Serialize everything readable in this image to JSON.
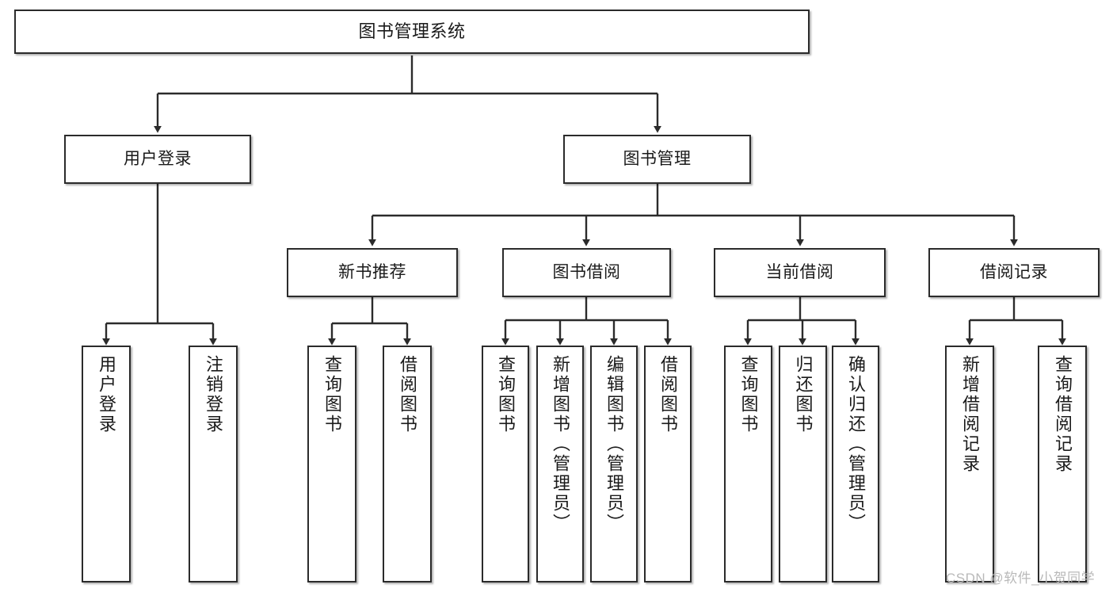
{
  "diagram": {
    "title": "图书管理系统",
    "type": "tree-hierarchy-chart",
    "watermark": "CSDN @软件_小贺同学",
    "colors": {
      "node_border": "#2b2b2b",
      "node_fill": "#ffffff",
      "edge": "#2b2b2b",
      "text": "#1a1a1a",
      "watermark": "#b9b9b9",
      "background": "#ffffff"
    },
    "levels": {
      "level1": "图书管理系统",
      "level2": [
        "用户登录",
        "图书管理"
      ],
      "level3": [
        "新书推荐",
        "图书借阅",
        "当前借阅",
        "借阅记录"
      ]
    },
    "nodes": {
      "root": {
        "label": "图书管理系统"
      },
      "user_login": {
        "label": "用户登录"
      },
      "book_manage": {
        "label": "图书管理"
      },
      "new_book_rec": {
        "label": "新书推荐"
      },
      "book_borrow": {
        "label": "图书借阅"
      },
      "current_borrow": {
        "label": "当前借阅"
      },
      "borrow_record": {
        "label": "借阅记录"
      },
      "leaf_user_login": {
        "label": "用户登录"
      },
      "leaf_logout": {
        "label": "注销登录"
      },
      "leaf_query_book_a": {
        "label": "查询图书"
      },
      "leaf_borrow_book_a": {
        "label": "借阅图书"
      },
      "leaf_query_book_b": {
        "label": "查询图书"
      },
      "leaf_add_book": {
        "label": "新增图书（管理员）"
      },
      "leaf_edit_book": {
        "label": "编辑图书（管理员）"
      },
      "leaf_borrow_book_b": {
        "label": "借阅图书"
      },
      "leaf_query_book_c": {
        "label": "查询图书"
      },
      "leaf_return_book": {
        "label": "归还图书"
      },
      "leaf_confirm_return": {
        "label": "确认归还（管理员）"
      },
      "leaf_add_record": {
        "label": "新增借阅记录"
      },
      "leaf_query_record": {
        "label": "查询借阅记录"
      }
    },
    "edges": [
      {
        "from": "图书管理系统",
        "to": "用户登录"
      },
      {
        "from": "图书管理系统",
        "to": "图书管理"
      },
      {
        "from": "图书管理",
        "to": "新书推荐"
      },
      {
        "from": "图书管理",
        "to": "图书借阅"
      },
      {
        "from": "图书管理",
        "to": "当前借阅"
      },
      {
        "from": "图书管理",
        "to": "借阅记录"
      },
      {
        "from": "用户登录",
        "to": "用户登录"
      },
      {
        "from": "用户登录",
        "to": "注销登录"
      },
      {
        "from": "新书推荐",
        "to": "查询图书"
      },
      {
        "from": "新书推荐",
        "to": "借阅图书"
      },
      {
        "from": "图书借阅",
        "to": "查询图书"
      },
      {
        "from": "图书借阅",
        "to": "新增图书（管理员）"
      },
      {
        "from": "图书借阅",
        "to": "编辑图书（管理员）"
      },
      {
        "from": "图书借阅",
        "to": "借阅图书"
      },
      {
        "from": "当前借阅",
        "to": "查询图书"
      },
      {
        "from": "当前借阅",
        "to": "归还图书"
      },
      {
        "from": "当前借阅",
        "to": "确认归还（管理员）"
      },
      {
        "from": "借阅记录",
        "to": "新增借阅记录"
      },
      {
        "from": "借阅记录",
        "to": "查询借阅记录"
      }
    ]
  }
}
